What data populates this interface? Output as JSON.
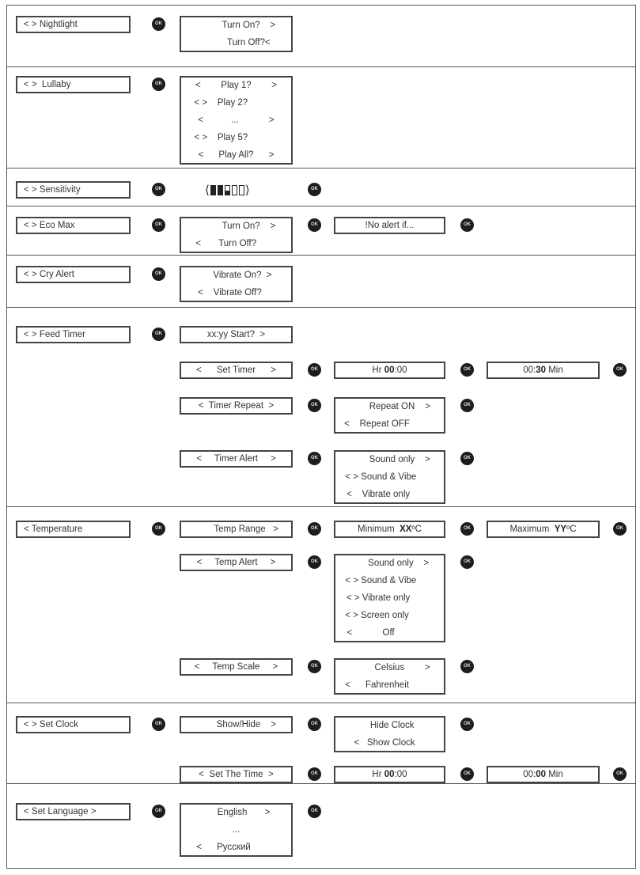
{
  "sections": [
    {
      "rows": [
        [
          {
            "type": "box",
            "lines": [
              "< > Nightlight"
            ],
            "align": "left"
          },
          {
            "type": "ok",
            "label": "OK"
          },
          {
            "type": "box",
            "lines": [
              "          Turn On?    >",
              "          Turn Off?<"
            ]
          }
        ]
      ]
    },
    {
      "rows": [
        [
          {
            "type": "box",
            "lines": [
              "< >  Lullaby"
            ],
            "align": "left"
          },
          {
            "type": "ok",
            "label": "OK"
          },
          {
            "type": "box",
            "lines": [
              "<        Play 1?        >",
              "< >    Play 2?            ",
              "<           ...            >",
              "< >    Play 5?            ",
              "<      Play All?      >"
            ]
          }
        ]
      ]
    },
    {
      "rows": [
        [
          {
            "type": "box",
            "lines": [
              "< > Sensitivity"
            ],
            "align": "left"
          },
          {
            "type": "ok",
            "label": "OK"
          },
          {
            "type": "level",
            "segments": 5,
            "filled": 2.5,
            "left": "⟨",
            "right": "⟩"
          },
          {
            "type": "ok",
            "label": "OK"
          }
        ]
      ]
    },
    {
      "rows": [
        [
          {
            "type": "box",
            "lines": [
              "< > Eco Max"
            ],
            "align": "left"
          },
          {
            "type": "ok",
            "label": "OK"
          },
          {
            "type": "box",
            "lines": [
              "          Turn On?    >",
              "<       Turn Off?        "
            ]
          },
          {
            "type": "ok",
            "label": "OK"
          },
          {
            "type": "box",
            "lines": [
              "!No alert if..."
            ]
          },
          {
            "type": "ok",
            "label": "OK"
          }
        ]
      ]
    },
    {
      "rows": [
        [
          {
            "type": "box",
            "lines": [
              "< > Cry Alert"
            ],
            "align": "left"
          },
          {
            "type": "ok",
            "label": "OK"
          },
          {
            "type": "box",
            "lines": [
              "     Vibrate On?  >",
              "<    Vibrate Off?     "
            ]
          }
        ]
      ]
    },
    {
      "rows": [
        [
          {
            "type": "box",
            "lines": [
              "< > Feed Timer"
            ],
            "align": "left"
          },
          {
            "type": "ok",
            "label": "OK"
          },
          {
            "type": "box",
            "lines": [
              "xx:yy Start?  >"
            ]
          }
        ],
        [
          {
            "type": "box",
            "lines": [
              "<      Set Timer      >"
            ]
          },
          {
            "type": "ok",
            "label": "OK"
          },
          {
            "type": "box",
            "rich": {
              "pre": "Hr ",
              "bold": "00",
              "post": ":00"
            }
          },
          {
            "type": "ok",
            "label": "OK"
          },
          {
            "type": "box",
            "rich": {
              "pre": "00:",
              "bold": "30",
              "post": " Min"
            }
          },
          {
            "type": "ok",
            "label": "OK"
          }
        ],
        [
          {
            "type": "box",
            "lines": [
              "<  Timer Repeat  >"
            ]
          },
          {
            "type": "ok",
            "label": "OK"
          },
          {
            "type": "box",
            "lines": [
              "        Repeat ON    >",
              "<    Repeat OFF          "
            ]
          },
          {
            "type": "ok",
            "label": "OK"
          }
        ],
        [
          {
            "type": "box",
            "lines": [
              "<     Timer Alert     >"
            ]
          },
          {
            "type": "ok",
            "label": "OK"
          },
          {
            "type": "box",
            "lines": [
              "        Sound only    >",
              "< > Sound & Vibe       ",
              "<    Vibrate only         "
            ]
          },
          {
            "type": "ok",
            "label": "OK"
          }
        ]
      ]
    },
    {
      "rows": [
        [
          {
            "type": "box",
            "lines": [
              "< Temperature"
            ],
            "align": "left"
          },
          {
            "type": "ok",
            "label": "OK"
          },
          {
            "type": "box",
            "lines": [
              "        Temp Range   >"
            ]
          },
          {
            "type": "ok",
            "label": "OK"
          },
          {
            "type": "box",
            "rich": {
              "pre": "Minimum  ",
              "bold": "XX",
              "post": "ºC"
            }
          },
          {
            "type": "ok",
            "label": "OK"
          },
          {
            "type": "box",
            "rich": {
              "pre": "Maximum  ",
              "bold": "YY",
              "post": "ºC"
            }
          },
          {
            "type": "ok",
            "label": "OK"
          }
        ],
        [
          {
            "type": "box",
            "lines": [
              "<     Temp Alert     >"
            ]
          },
          {
            "type": "ok",
            "label": "OK"
          },
          {
            "type": "box",
            "lines": [
              "       Sound only    >",
              "< > Sound & Vibe       ",
              "< > Vibrate only         ",
              "< > Screen only          ",
              "<            Off               "
            ]
          },
          {
            "type": "ok",
            "label": "OK"
          }
        ],
        [
          {
            "type": "box",
            "lines": [
              "<     Temp Scale     >"
            ]
          },
          {
            "type": "ok",
            "label": "OK"
          },
          {
            "type": "box",
            "lines": [
              "          Celsius        >",
              "<      Fahrenheit          "
            ]
          },
          {
            "type": "ok",
            "label": "OK"
          }
        ]
      ]
    },
    {
      "rows": [
        [
          {
            "type": "box",
            "lines": [
              "< > Set Clock"
            ],
            "align": "left"
          },
          {
            "type": "ok",
            "label": "OK"
          },
          {
            "type": "box",
            "lines": [
              "        Show/Hide    >"
            ]
          },
          {
            "type": "ok",
            "label": "OK"
          },
          {
            "type": "box",
            "lines": [
              "     Hide Clock   ",
              "<   Show Clock    "
            ]
          },
          {
            "type": "ok",
            "label": "OK"
          }
        ],
        [
          {
            "type": "box",
            "lines": [
              "<  Set The Time  >"
            ]
          },
          {
            "type": "ok",
            "label": "OK"
          },
          {
            "type": "box",
            "rich": {
              "pre": "Hr ",
              "bold": "00",
              "post": ":00"
            }
          },
          {
            "type": "ok",
            "label": "OK"
          },
          {
            "type": "box",
            "rich": {
              "pre": "00:",
              "bold": "00",
              "post": " Min"
            }
          },
          {
            "type": "ok",
            "label": "OK"
          }
        ]
      ]
    },
    {
      "rows": [
        [
          {
            "type": "box",
            "lines": [
              "< Set Language >"
            ],
            "align": "left"
          },
          {
            "type": "ok",
            "label": "OK"
          },
          {
            "type": "box",
            "lines": [
              "      English       >",
              "...",
              "<      Русский          "
            ]
          },
          {
            "type": "ok",
            "label": "OK"
          }
        ]
      ]
    }
  ]
}
